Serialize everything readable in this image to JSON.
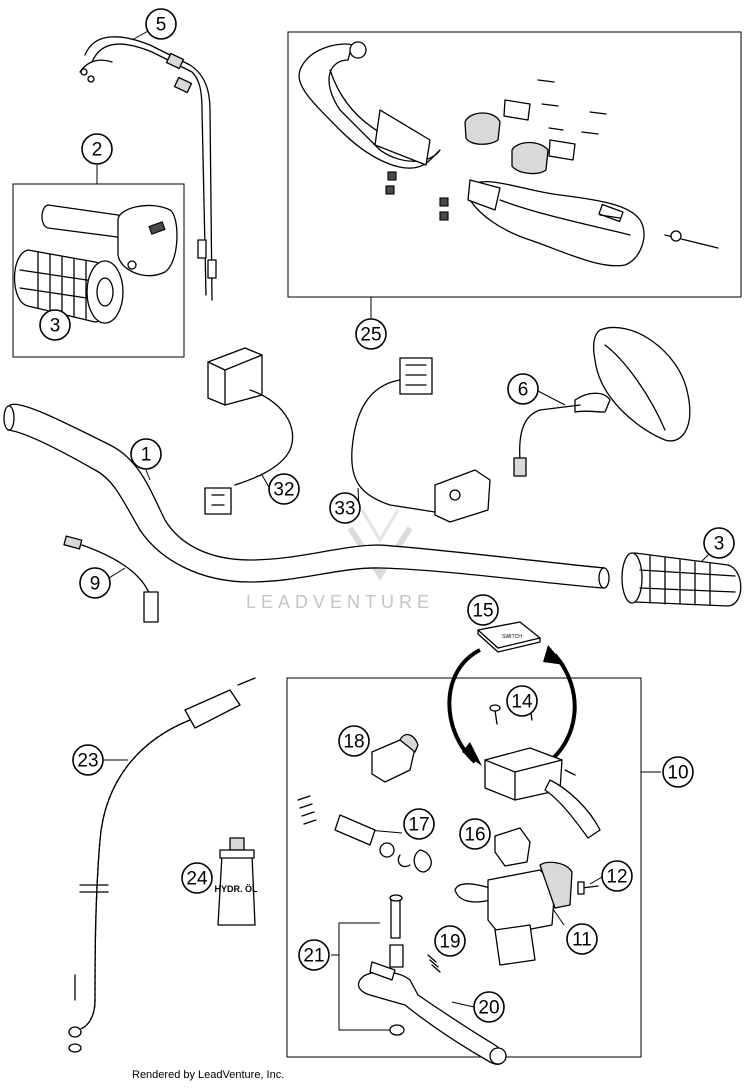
{
  "footer": {
    "credit": "Rendered by LeadVenture, Inc."
  },
  "watermark": {
    "text": "LEADVENTURE",
    "color": "#c4c4c4"
  },
  "part_labels": {
    "hydraulic_oil_bottle": "HYDR. ÖL",
    "switch_marking": "SWITCH"
  },
  "callouts": [
    {
      "id": "1",
      "label": "1"
    },
    {
      "id": "2",
      "label": "2"
    },
    {
      "id": "3a",
      "label": "3"
    },
    {
      "id": "3b",
      "label": "3"
    },
    {
      "id": "5",
      "label": "5"
    },
    {
      "id": "6",
      "label": "6"
    },
    {
      "id": "9",
      "label": "9"
    },
    {
      "id": "10",
      "label": "10"
    },
    {
      "id": "11",
      "label": "11"
    },
    {
      "id": "12",
      "label": "12"
    },
    {
      "id": "14",
      "label": "14"
    },
    {
      "id": "15",
      "label": "15"
    },
    {
      "id": "16",
      "label": "16"
    },
    {
      "id": "17",
      "label": "17"
    },
    {
      "id": "18",
      "label": "18"
    },
    {
      "id": "19",
      "label": "19"
    },
    {
      "id": "20",
      "label": "20"
    },
    {
      "id": "21",
      "label": "21"
    },
    {
      "id": "23",
      "label": "23"
    },
    {
      "id": "24",
      "label": "24"
    },
    {
      "id": "25",
      "label": "25"
    },
    {
      "id": "32",
      "label": "32"
    },
    {
      "id": "33",
      "label": "33"
    }
  ]
}
